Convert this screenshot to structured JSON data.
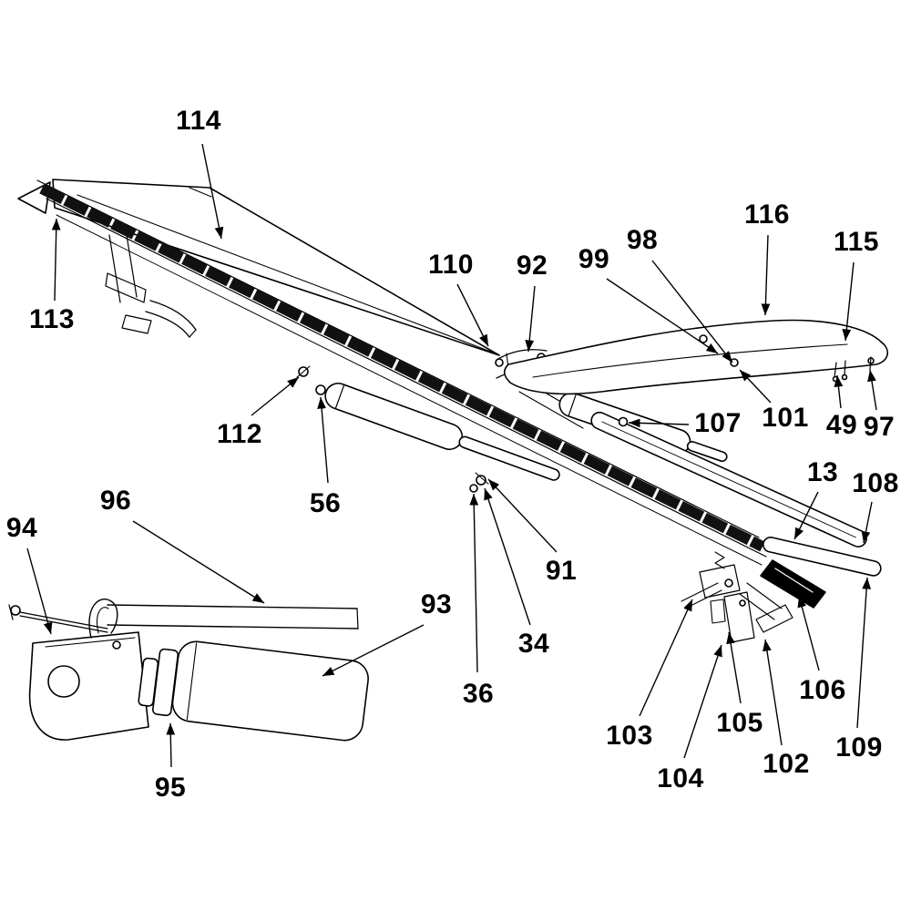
{
  "colors": {
    "line": "#000000",
    "background": "#ffffff"
  },
  "diagram": {
    "part_labels": [
      {
        "id": "114",
        "text": "114"
      },
      {
        "id": "113",
        "text": "113"
      },
      {
        "id": "112",
        "text": "112"
      },
      {
        "id": "56",
        "text": "56"
      },
      {
        "id": "110",
        "text": "110"
      },
      {
        "id": "92",
        "text": "92"
      },
      {
        "id": "99",
        "text": "99"
      },
      {
        "id": "98",
        "text": "98"
      },
      {
        "id": "116",
        "text": "116"
      },
      {
        "id": "115",
        "text": "115"
      },
      {
        "id": "101",
        "text": "101"
      },
      {
        "id": "49",
        "text": "49"
      },
      {
        "id": "97",
        "text": "97"
      },
      {
        "id": "107",
        "text": "107"
      },
      {
        "id": "13",
        "text": "13"
      },
      {
        "id": "108",
        "text": "108"
      },
      {
        "id": "91",
        "text": "91"
      },
      {
        "id": "34",
        "text": "34"
      },
      {
        "id": "36",
        "text": "36"
      },
      {
        "id": "93",
        "text": "93"
      },
      {
        "id": "96",
        "text": "96"
      },
      {
        "id": "94",
        "text": "94"
      },
      {
        "id": "95",
        "text": "95"
      },
      {
        "id": "103",
        "text": "103"
      },
      {
        "id": "104",
        "text": "104"
      },
      {
        "id": "105",
        "text": "105"
      },
      {
        "id": "102",
        "text": "102"
      },
      {
        "id": "106",
        "text": "106"
      },
      {
        "id": "109",
        "text": "109"
      }
    ]
  }
}
